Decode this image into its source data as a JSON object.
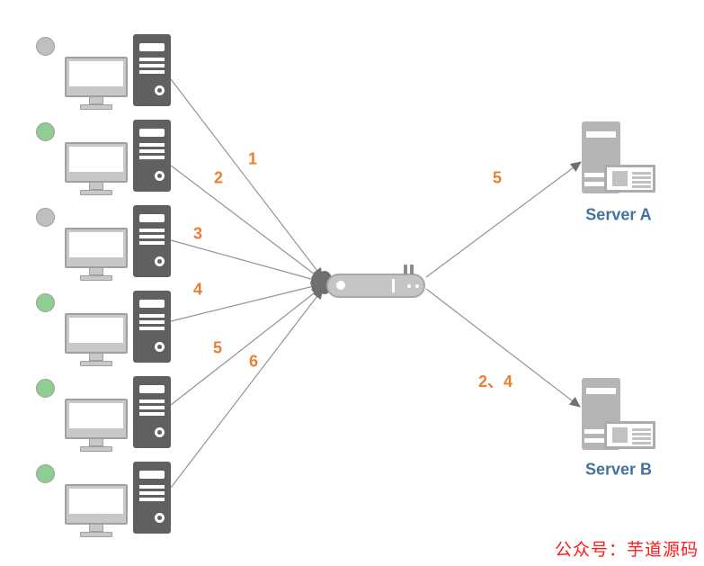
{
  "colors": {
    "status_green": "#90CD92",
    "status_gray": "#BFBFBF",
    "connection_label_orange": "#ED7D31",
    "server_label_blue": "#45719E",
    "watermark_red": "#FF1A1A"
  },
  "clients": [
    {
      "status_color": "#BFBFBF"
    },
    {
      "status_color": "#90CD92"
    },
    {
      "status_color": "#BFBFBF"
    },
    {
      "status_color": "#90CD92"
    },
    {
      "status_color": "#90CD92"
    },
    {
      "status_color": "#90CD92"
    }
  ],
  "connections": {
    "client_request_labels": [
      "1",
      "2",
      "3",
      "4",
      "5",
      "6"
    ],
    "to_server_a_label": "5",
    "to_server_b_label": "2、4"
  },
  "servers": [
    {
      "label": "Server A"
    },
    {
      "label": "Server B"
    }
  ],
  "watermark": "公众号：芋道源码"
}
